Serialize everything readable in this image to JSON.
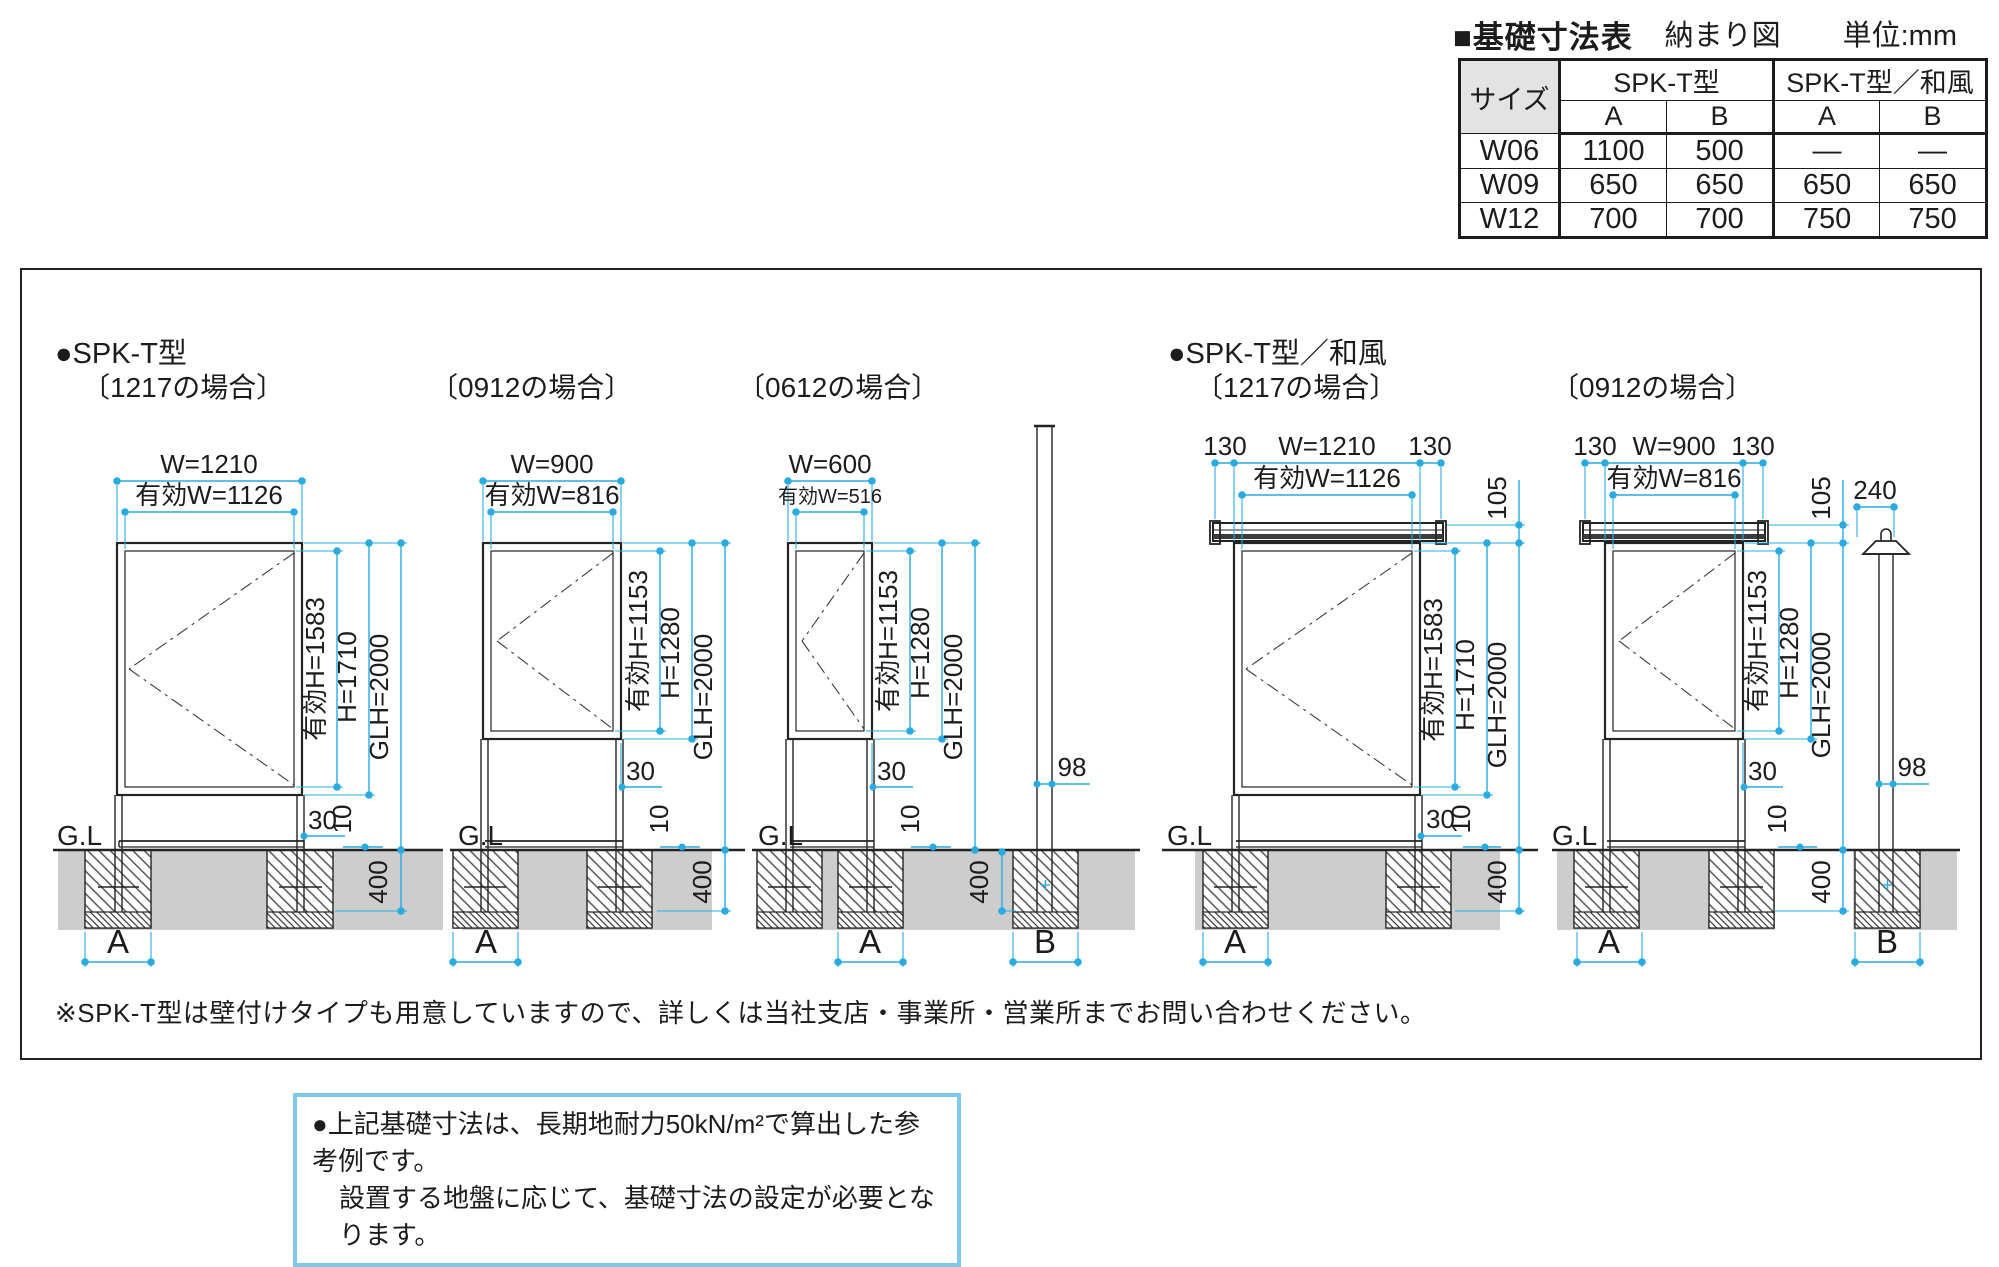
{
  "colors": {
    "dimension_accent": "#29abe2",
    "ground_fill": "#cdcdcd",
    "note_border": "#7ec8e8"
  },
  "foundation_table": {
    "title": "■基礎寸法表",
    "col_size": "サイズ",
    "group1": "SPK-T型",
    "group2": "SPK-T型／和風",
    "sub_a": "A",
    "sub_b": "B",
    "rows": [
      {
        "size": "W06",
        "t_a": "1100",
        "t_b": "500",
        "w_a": "—",
        "w_b": "—"
      },
      {
        "size": "W09",
        "t_a": "650",
        "t_b": "650",
        "w_a": "650",
        "w_b": "650"
      },
      {
        "size": "W12",
        "t_a": "700",
        "t_b": "700",
        "w_a": "750",
        "w_b": "750"
      }
    ]
  },
  "diagram": {
    "title": "納まり図",
    "unit": "単位:mm",
    "series1_name": "●SPK-T型",
    "series2_name": "●SPK-T型／和風",
    "case_1217": "〔1217の場合〕",
    "case_0912": "〔0912の場合〕",
    "case_0612": "〔0612の場合〕",
    "note": "※SPK-T型は壁付けタイプも用意していますので、詳しくは当社支店・事業所・営業所までお問い合わせください。",
    "common": {
      "gl": "G.L",
      "a": "A",
      "b": "B",
      "d30": "30",
      "d10": "10",
      "d400": "400",
      "d98": "98",
      "d130": "130",
      "d105": "105",
      "d240": "240",
      "glh": "GLH=2000"
    },
    "d1": {
      "w": "W=1210",
      "ew": "有効W=1126",
      "eh": "有効H=1583",
      "h": "H=1710"
    },
    "d2": {
      "w": "W=900",
      "ew": "有効W=816",
      "eh": "有効H=1153",
      "h": "H=1280"
    },
    "d3": {
      "w": "W=600",
      "ew": "有効W=516",
      "eh": "有効H=1153",
      "h": "H=1280"
    },
    "d4": {
      "w": "W=1210",
      "ew": "有効W=1126",
      "eh": "有効H=1583",
      "h": "H=1710"
    },
    "d5": {
      "w": "W=900",
      "ew": "有効W=816",
      "eh": "有効H=1153",
      "h": "H=1280"
    }
  },
  "footer": {
    "line1": "●上記基礎寸法は、長期地耐力50kN/m²で算出した参考例です。",
    "line2": "設置する地盤に応じて、基礎寸法の設定が必要となります。"
  }
}
